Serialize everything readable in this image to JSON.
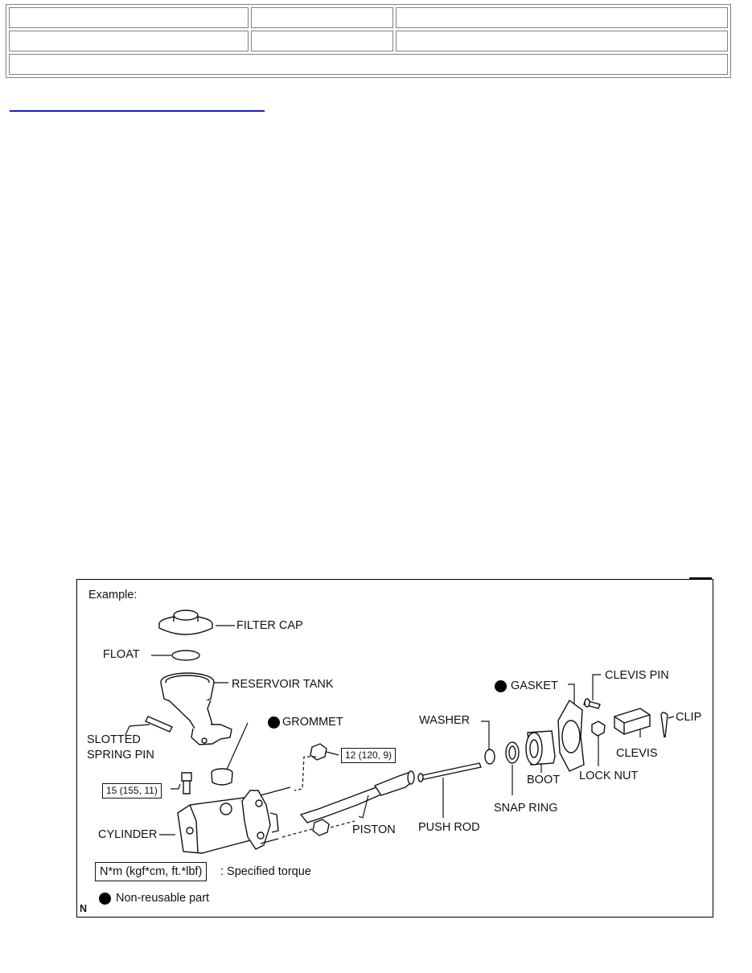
{
  "figure": {
    "example_label": "Example:",
    "corner_letter": "N",
    "parts": {
      "filter_cap": "FILTER CAP",
      "float": "FLOAT",
      "reservoir_tank": "RESERVOIR TANK",
      "slotted_spring_pin_line1": "SLOTTED",
      "slotted_spring_pin_line2": "SPRING PIN",
      "grommet": "GROMMET",
      "cylinder": "CYLINDER",
      "piston": "PISTON",
      "push_rod": "PUSH ROD",
      "washer": "WASHER",
      "snap_ring": "SNAP RING",
      "boot": "BOOT",
      "gasket": "GASKET",
      "lock_nut": "LOCK NUT",
      "clevis_pin": "CLEVIS PIN",
      "clevis": "CLEVIS",
      "clip": "CLIP"
    },
    "torques": {
      "union_bolt": "15 (155, 11)",
      "mount_nut": "12 (120, 9)"
    },
    "legend": {
      "torque_units": "N*m (kgf*cm, ft.*lbf)",
      "torque_desc": ": Specified torque",
      "non_reusable": "Non-reusable part"
    }
  }
}
